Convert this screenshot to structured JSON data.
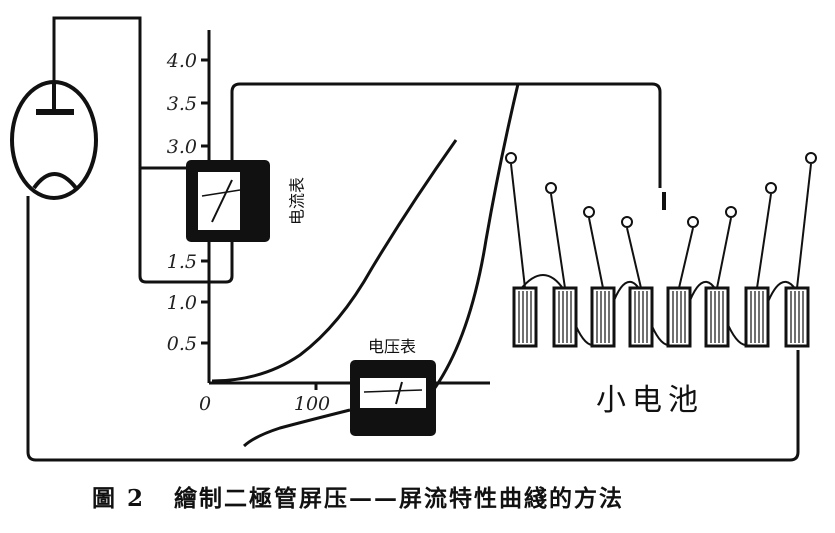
{
  "axis": {
    "y_ticks": [
      "4.0",
      "3.5",
      "3.0",
      "1.5",
      "1.0",
      "0.5"
    ],
    "x_ticks": [
      "0",
      "100"
    ]
  },
  "instruments": {
    "ammeter_label": "电流表",
    "voltmeter_label": "电压表"
  },
  "battery_label": "小电池",
  "caption": {
    "number": "圖 2",
    "text": "繪制二極管屏压——屏流特性曲綫的方法"
  }
}
